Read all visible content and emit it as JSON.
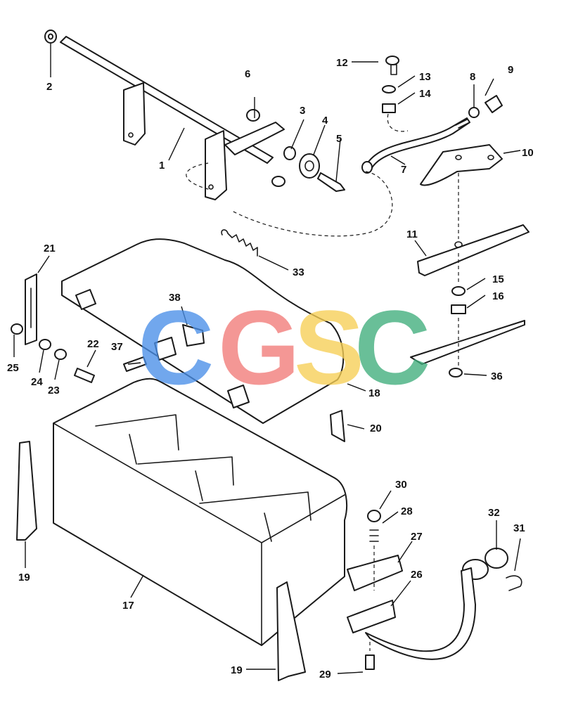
{
  "diagram": {
    "callouts": [
      {
        "label": "1"
      },
      {
        "label": "2"
      },
      {
        "label": "3"
      },
      {
        "label": "4"
      },
      {
        "label": "5"
      },
      {
        "label": "6"
      },
      {
        "label": "7"
      },
      {
        "label": "8"
      },
      {
        "label": "9"
      },
      {
        "label": "10"
      },
      {
        "label": "11"
      },
      {
        "label": "12"
      },
      {
        "label": "13"
      },
      {
        "label": "14"
      },
      {
        "label": "15"
      },
      {
        "label": "16"
      },
      {
        "label": "17"
      },
      {
        "label": "18"
      },
      {
        "label": "19"
      },
      {
        "label": "19"
      },
      {
        "label": "20"
      },
      {
        "label": "21"
      },
      {
        "label": "22"
      },
      {
        "label": "23"
      },
      {
        "label": "24"
      },
      {
        "label": "25"
      },
      {
        "label": "26"
      },
      {
        "label": "27"
      },
      {
        "label": "28"
      },
      {
        "label": "29"
      },
      {
        "label": "30"
      },
      {
        "label": "31"
      },
      {
        "label": "32"
      },
      {
        "label": "33"
      },
      {
        "label": "36"
      },
      {
        "label": "37"
      },
      {
        "label": "38"
      }
    ],
    "watermark": {
      "letters": [
        "C",
        "G",
        "S",
        "C"
      ],
      "colors": [
        "#4a8fe8",
        "#f27b78",
        "#f7cf55",
        "#3fae7c"
      ]
    }
  }
}
